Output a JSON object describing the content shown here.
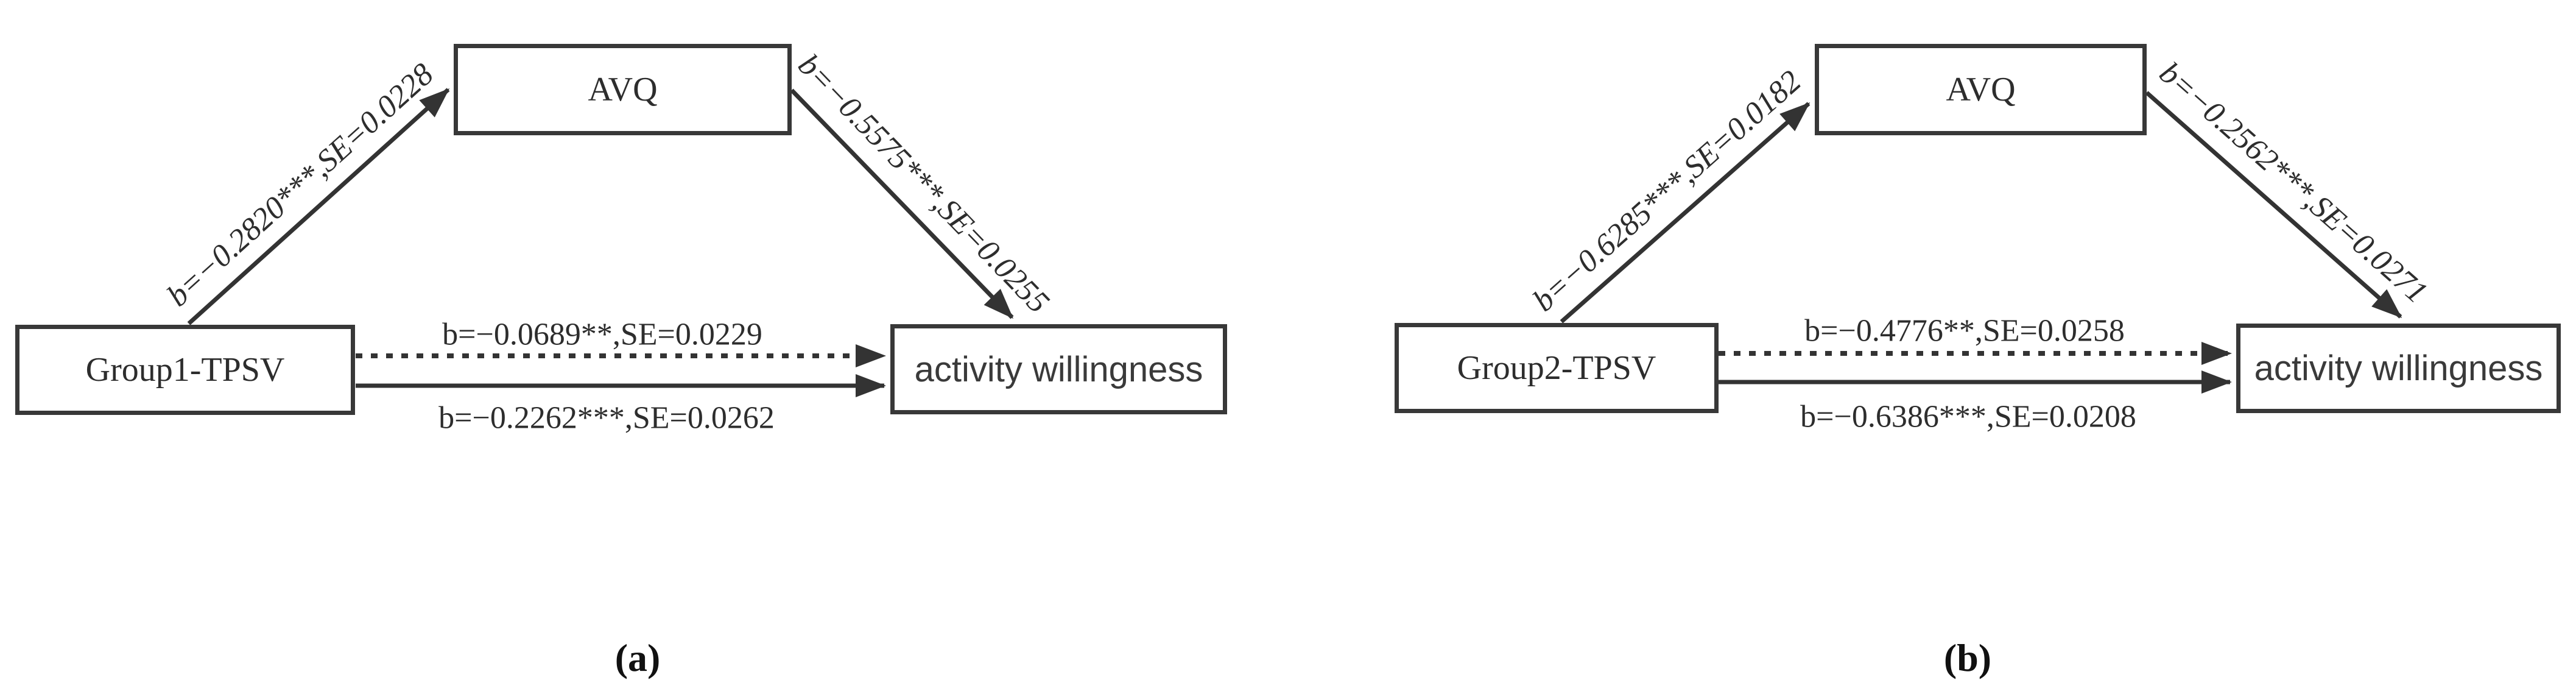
{
  "figure": {
    "type": "mediation-path-diagram",
    "colors": {
      "line": "#333333",
      "text": "#2d2d2d"
    },
    "panels": [
      {
        "caption": "(a)",
        "nodes": {
          "predictor": "Group1-TPSV",
          "mediator": "AVQ",
          "outcome": "activity willingness"
        },
        "paths": {
          "a_path": "b=−0.2820***,SE=0.0228",
          "b_path": "b=−0.5575***,SE=0.0255",
          "direct": "b=−0.0689**,SE=0.0229",
          "total": "b=−0.2262***,SE=0.0262"
        }
      },
      {
        "caption": "(b)",
        "nodes": {
          "predictor": "Group2-TPSV",
          "mediator": "AVQ",
          "outcome": "activity willingness"
        },
        "paths": {
          "a_path": "b=−0.6285***,SE=0.0182",
          "b_path": "b=−0.2562***,SE=0.0271",
          "direct": "b=−0.4776**,SE=0.0258",
          "total": "b=−0.6386***,SE=0.0208"
        }
      }
    ]
  }
}
